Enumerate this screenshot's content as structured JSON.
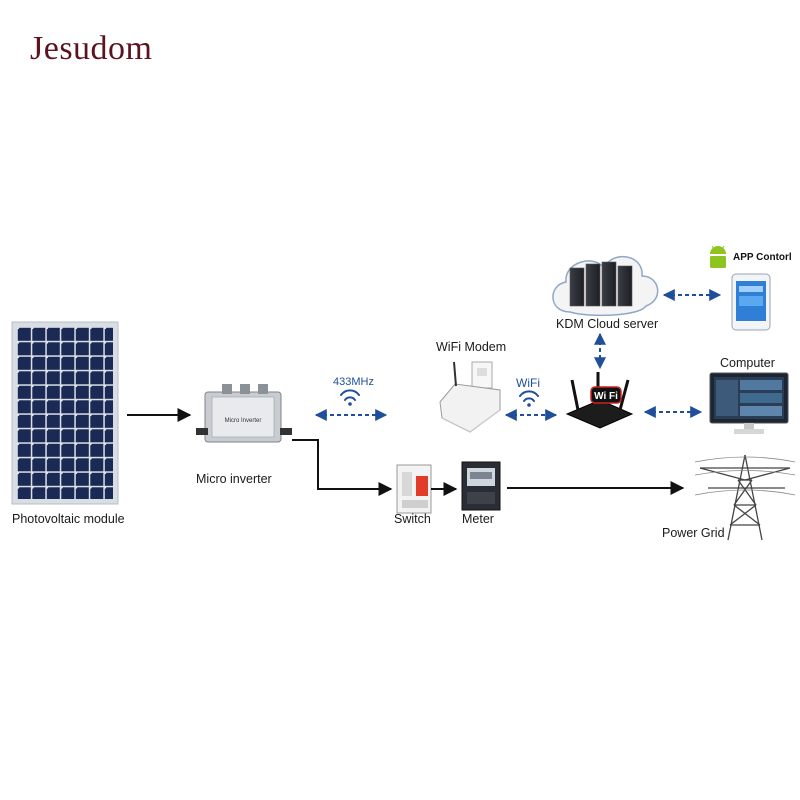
{
  "brand": "Jesudom",
  "labels": {
    "pv_module": "Photovoltaic module",
    "micro_inverter": "Micro inverter",
    "inverter_face": "Micro Inverter",
    "switch": "Switch",
    "meter": "Meter",
    "power_grid": "Power Grid",
    "wifi_modem": "WiFi Modem",
    "cloud_server": "KDM Cloud server",
    "computer": "Computer",
    "app_control": "APP Contorl",
    "freq_433": "433MHz",
    "wifi": "WiFi",
    "router_wifi": "Wi Fi"
  },
  "colors": {
    "brand": "#5e1220",
    "arrow_black": "#111111",
    "arrow_blue": "#1f4e9a",
    "panel_cell": "#1b2a55",
    "android_green": "#8fc31f"
  }
}
